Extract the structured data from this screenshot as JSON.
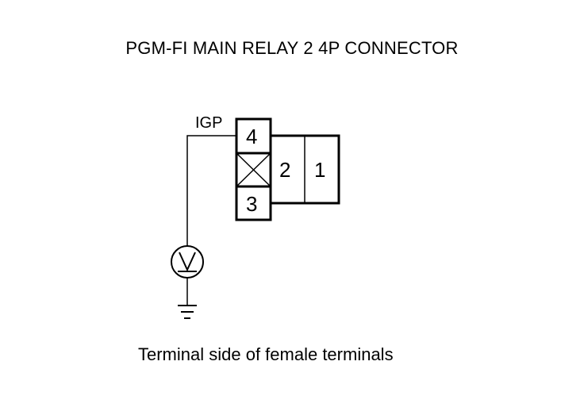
{
  "title": "PGM-FI MAIN RELAY 2 4P CONNECTOR",
  "wire_label": "IGP",
  "terminals": {
    "t1": "1",
    "t2": "2",
    "t3": "3",
    "t4": "4"
  },
  "caption": "Terminal side of female terminals",
  "icons": {
    "meter": "voltmeter-icon",
    "ground": "ground-icon"
  },
  "colors": {
    "line": "#000000",
    "background": "#ffffff"
  }
}
